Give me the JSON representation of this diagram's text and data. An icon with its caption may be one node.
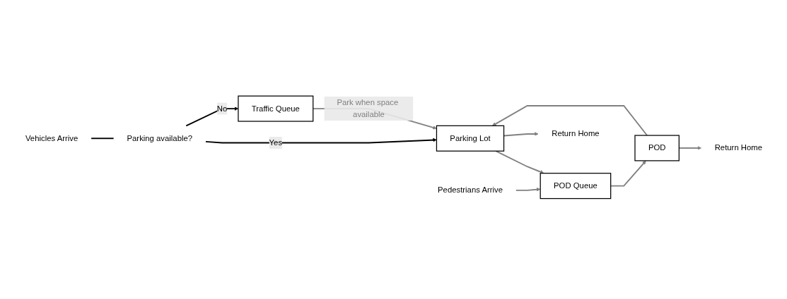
{
  "diagram": {
    "nodes": [
      {
        "text": [
          "Return Home"
        ]
      },
      {
        "text": [
          "Parking Lot"
        ]
      },
      {
        "text": [
          "POD"
        ]
      },
      {
        "text": [
          "Return Home"
        ]
      },
      {
        "text": [
          "Vehicles Arrive"
        ]
      },
      {
        "text": [
          "Parking available?"
        ]
      },
      {
        "text": [
          "POD Queue"
        ]
      },
      {
        "text": [
          "Traffic Queue"
        ]
      },
      {
        "text": [
          "Pedestrians Arrive"
        ]
      }
    ],
    "edges": [
      {
        "from": 4,
        "to": 5,
        "arrow": "none",
        "color": "#000000"
      },
      {
        "from": 5,
        "to": 1,
        "arrow": "to",
        "label": "Yes",
        "color": "#000000"
      },
      {
        "from": 5,
        "to": 7,
        "arrow": "to",
        "label": "No",
        "color": "#000000"
      },
      {
        "from": 7,
        "to": 1,
        "arrow": "to",
        "label": "Park when space available"
      },
      {
        "from": 1,
        "to": 6,
        "arrow": "to"
      },
      {
        "from": 6,
        "to": 2,
        "arrow": "to"
      },
      {
        "from": 2,
        "to": 1,
        "arrow": "to"
      },
      {
        "from": 2,
        "to": 3,
        "arrow": "to"
      },
      {
        "from": 1,
        "to": 0,
        "arrow": "to"
      },
      {
        "from": 8,
        "to": 6,
        "arrow": "to"
      }
    ]
  }
}
